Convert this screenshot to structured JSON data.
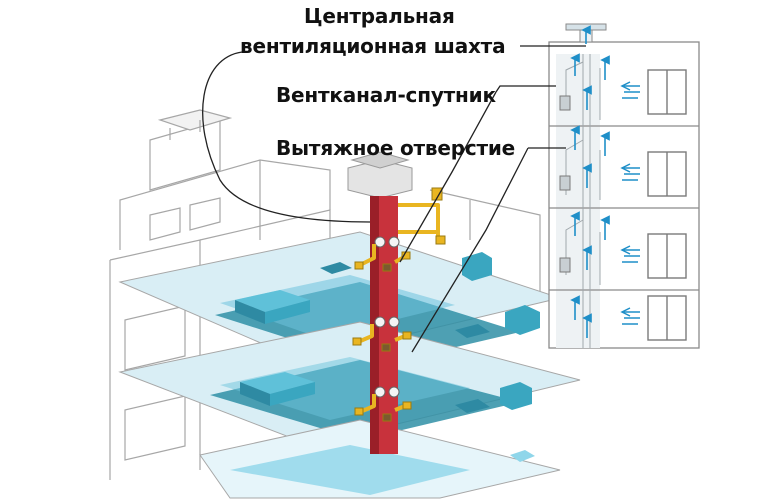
{
  "labels": {
    "central_shaft_line1": "Центральная",
    "central_shaft_line2": "вентиляционная шахта",
    "satellite_channel": "Вентканал-спутник",
    "exhaust_opening": "Вытяжное отверстие"
  },
  "colors": {
    "shaft": "#c8323c",
    "shaft_dark": "#9a1f28",
    "floor": "#2f8fa6",
    "floor_light": "#8fd6ea",
    "furniture": "#3aa6c0",
    "duct": "#e9b521",
    "wall_line": "#9a9a9a",
    "section_bg": "#eef2f4",
    "arrow": "#1f8fc8",
    "window_frame": "#7a7a7a"
  },
  "icons": {
    "airflow": "arrow-up-icon",
    "fresh_air": "wind-icon",
    "window": "window-icon"
  }
}
